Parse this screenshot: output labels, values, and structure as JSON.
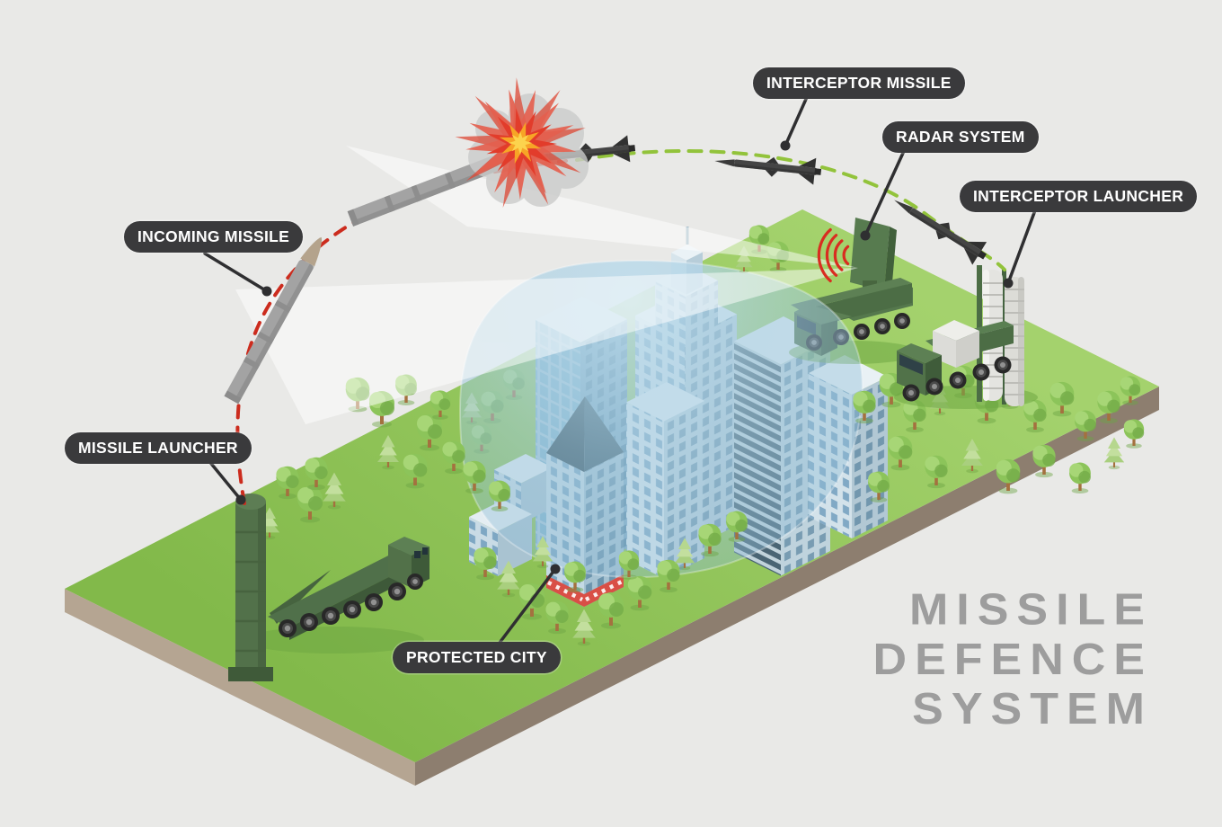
{
  "title_lines": [
    "MISSILE",
    "DEFENCE",
    "SYSTEM"
  ],
  "labels": {
    "interceptor_missile": "INTERCEPTOR MISSILE",
    "radar_system": "RADAR SYSTEM",
    "interceptor_launcher": "INTERCEPTOR LAUNCHER",
    "incoming_missile": "INCOMING MISSILE",
    "missile_launcher": "MISSILE LAUNCHER",
    "protected_city": "PROTECTED CITY"
  },
  "colors": {
    "background": "#e9e9e7",
    "ground_green_light": "#a2d16b",
    "ground_green_dark": "#83ba4b",
    "ground_side_left": "#b5a592",
    "ground_side_right": "#8d7e6f",
    "label_bg": "#3a3a3c",
    "label_text": "#ffffff",
    "trajectory_red": "#cc2c1e",
    "trajectory_green": "#92c33b",
    "dome_blue": "#9cc4dd",
    "title_gray": "#9d9d9d",
    "explosion_orange": "#f7a426",
    "explosion_red": "#e04434",
    "vehicle_green": "#4c6d45",
    "missile_gray": "#a3a3a3",
    "interceptor_dark": "#454545"
  }
}
